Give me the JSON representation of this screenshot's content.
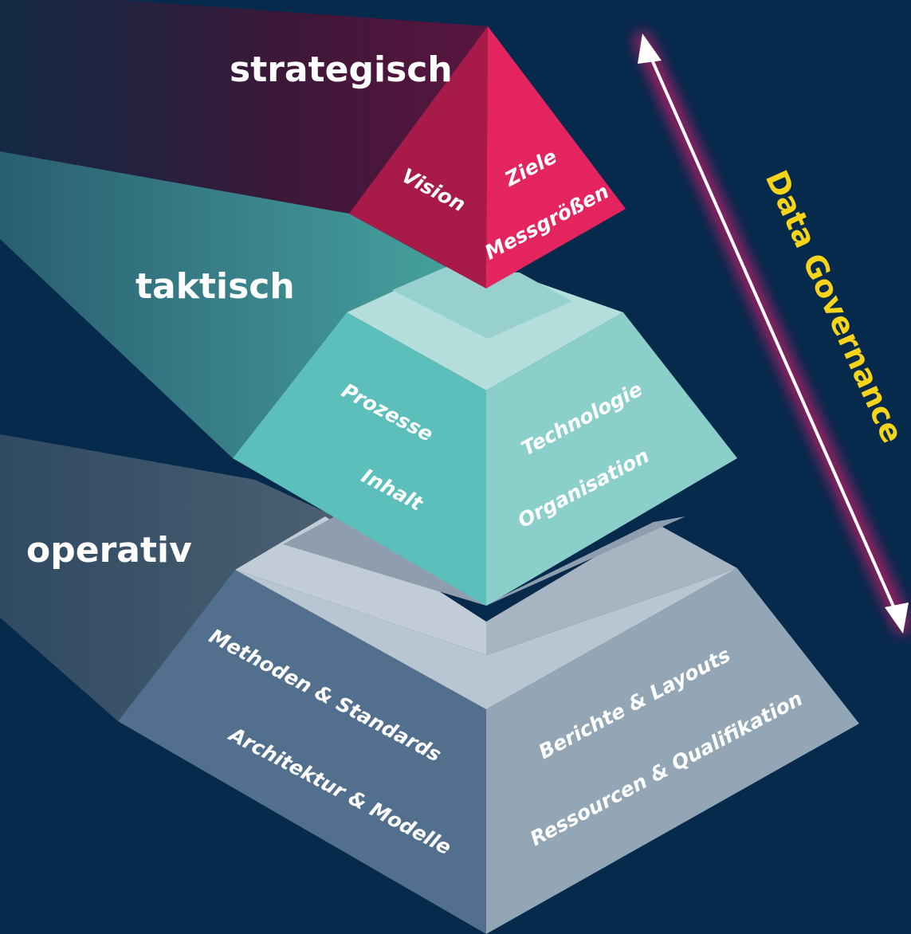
{
  "levels": {
    "strategic": "strategisch",
    "tactical": "taktisch",
    "operative": "operativ"
  },
  "top_layer": {
    "left_face": [
      "Vision"
    ],
    "right_face": [
      "Ziele",
      "Messgrößen"
    ]
  },
  "middle_layer": {
    "left_face": [
      "Prozesse",
      "Inhalt"
    ],
    "right_face": [
      "Technologie",
      "Organisation"
    ]
  },
  "bottom_layer": {
    "left_face": [
      "Methoden & Standards",
      "Architektur & Modelle"
    ],
    "right_face": [
      "Berichte & Layouts",
      "Ressourcen & Qualifikation"
    ]
  },
  "side_label": "Data Governance",
  "colors": {
    "background": "#062a4c",
    "strategic": "#e3245e",
    "tactical": "#5dbfbb",
    "operative": "#52708d",
    "governance_text": "#f7d31a",
    "governance_glow": "#d21e6e"
  }
}
